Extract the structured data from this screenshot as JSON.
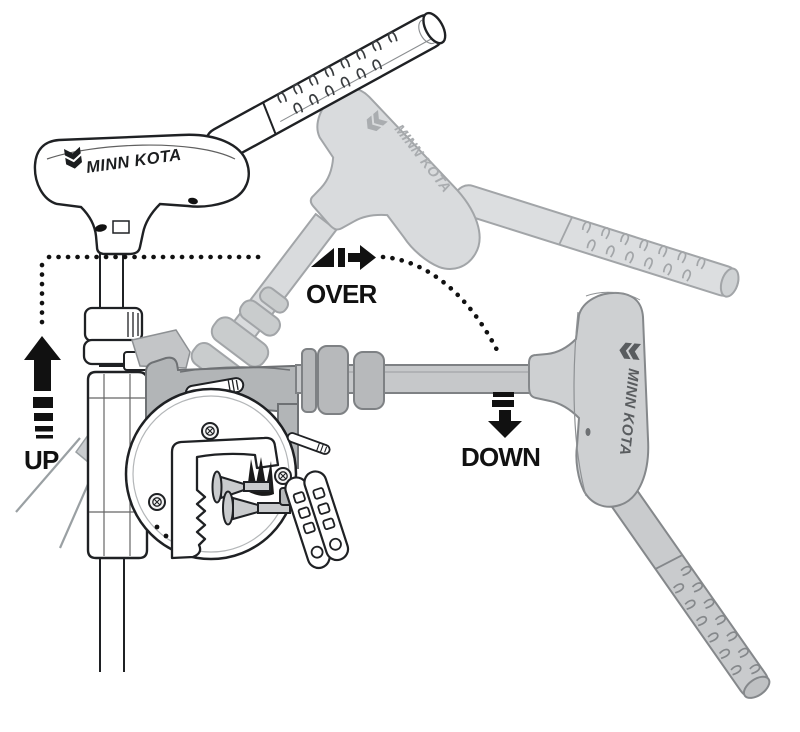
{
  "diagram": {
    "labels": {
      "up": "UP",
      "over": "OVER",
      "down": "DOWN"
    },
    "brand": {
      "white_head": "MINN KOTA",
      "ghost_head": "MINN KOTA",
      "right_head": "MINN KOTA"
    },
    "icons": [
      "up-arrow-icon",
      "over-arrow-icon",
      "down-arrow-icon",
      "minn-kota-chevron-icon",
      "dotted-motion-path-icon",
      "screw-head-icon"
    ],
    "colors": {
      "line": "#1f2124",
      "label": "#111111",
      "ghost_fill": "#d9dbdd",
      "ghost_outline": "#a2a5a8",
      "right_fill": "#ced0d2",
      "gray_fill": "#c6c8ca",
      "gray_dark": "#b4b7b9",
      "gray_outline": "#7d8083",
      "brand_text_dark": "#595c5f",
      "brand_text_ghost": "#a9acaf",
      "background": "#ffffff"
    }
  }
}
